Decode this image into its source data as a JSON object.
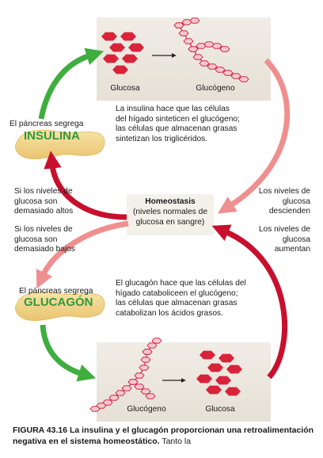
{
  "top_panel": {
    "left_label": "Glucosa",
    "right_label": "Glucógeno"
  },
  "bottom_panel": {
    "left_label": "Glucógeno",
    "right_label": "Glucosa"
  },
  "insulin": {
    "source_text": "El páncreas segrega",
    "hormone": "INSULINA",
    "effect_text": "La insulina hace que las células del hígado sinteticen el glucógeno; las células que almacenan grasas sintetizan los triglicéridos."
  },
  "glucagon": {
    "source_text": "El páncreas segrega",
    "hormone": "GLUCAGÓN",
    "effect_text": "El glucagón hace que las células del hígado cataboliceen el glucógeno; las células que almacenan grasas catabolizan los ácidos grasos."
  },
  "center": {
    "title": "Homeostasis",
    "subtitle": "(niveles normales de glucosa en sangre)"
  },
  "side_labels": {
    "high": "Si los niveles de glucosa son demasiado altos",
    "low": "Si los niveles de glucosa son demasiado bajos",
    "descend": "Los niveles de glucosa descienden",
    "rise": "Los niveles de glucosa aumentan"
  },
  "caption": {
    "figure_number": "FIGURA 43.16",
    "title": "La insulina y el glucagón proporcionan una retroalimentación negativa en el sistema homeostático.",
    "continuation": "Tanto la"
  },
  "colors": {
    "red_molecule": "#d9233a",
    "arrow_green": "#3fae3f",
    "arrow_crimson": "#c8102e",
    "arrow_salmon": "#ef8f8f",
    "panel_bg": "#ece7df",
    "pancreas": "#f2d48c",
    "hormone_text": "#2e9a3c"
  }
}
